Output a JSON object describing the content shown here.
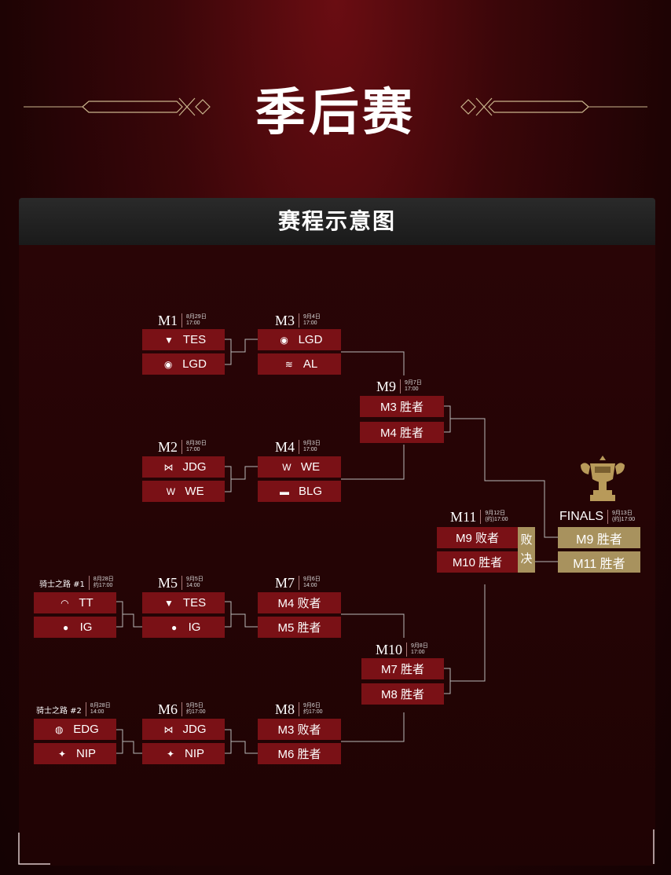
{
  "page": {
    "title": "季后赛",
    "panel_title": "赛程示意图"
  },
  "colors": {
    "box_red": "#7a1116",
    "box_gold": "#a8925e",
    "connector": "#b8b8b8"
  },
  "matches": [
    {
      "code": "M1",
      "date": "8月29日",
      "time": "17:00",
      "slots": [
        {
          "icon": "tes-logo-icon",
          "label": "TES"
        },
        {
          "icon": "lgd-logo-icon",
          "label": "LGD"
        }
      ]
    },
    {
      "code": "M2",
      "date": "8月30日",
      "time": "17:00",
      "slots": [
        {
          "icon": "jdg-logo-icon",
          "label": "JDG"
        },
        {
          "icon": "we-logo-icon",
          "label": "WE"
        }
      ]
    },
    {
      "code": "M3",
      "date": "9月4日",
      "time": "17:00",
      "slots": [
        {
          "icon": "lgd-logo-icon",
          "label": "LGD"
        },
        {
          "icon": "al-logo-icon",
          "label": "AL"
        }
      ]
    },
    {
      "code": "M4",
      "date": "9月3日",
      "time": "17:00",
      "slots": [
        {
          "icon": "we-logo-icon",
          "label": "WE"
        },
        {
          "icon": "blg-logo-icon",
          "label": "BLG"
        }
      ]
    },
    {
      "code": "骑士之路 #1",
      "date": "8月28日",
      "time": "约17:00",
      "slots": [
        {
          "icon": "tt-logo-icon",
          "label": "TT"
        },
        {
          "icon": "ig-logo-icon",
          "label": "IG"
        }
      ]
    },
    {
      "code": "骑士之路 #2",
      "date": "8月28日",
      "time": "14:00",
      "slots": [
        {
          "icon": "edg-logo-icon",
          "label": "EDG"
        },
        {
          "icon": "nip-logo-icon",
          "label": "NIP"
        }
      ]
    },
    {
      "code": "M5",
      "date": "9月5日",
      "time": "14:00",
      "slots": [
        {
          "icon": "tes-logo-icon",
          "label": "TES"
        },
        {
          "icon": "ig-logo-icon",
          "label": "IG"
        }
      ]
    },
    {
      "code": "M6",
      "date": "9月5日",
      "time": "约17:00",
      "slots": [
        {
          "icon": "jdg-logo-icon",
          "label": "JDG"
        },
        {
          "icon": "nip-logo-icon",
          "label": "NIP"
        }
      ]
    },
    {
      "code": "M7",
      "date": "9月6日",
      "time": "14:00",
      "slots": [
        {
          "label": "M4 败者"
        },
        {
          "label": "M5 胜者"
        }
      ]
    },
    {
      "code": "M8",
      "date": "9月6日",
      "time": "约17:00",
      "slots": [
        {
          "label": "M3 败者"
        },
        {
          "label": "M6 胜者"
        }
      ]
    },
    {
      "code": "M9",
      "date": "9月7日",
      "time": "17:00",
      "slots": [
        {
          "label": "M3 胜者"
        },
        {
          "label": "M4 胜者"
        }
      ]
    },
    {
      "code": "M10",
      "date": "9月8日",
      "time": "17:00",
      "slots": [
        {
          "label": "M7 胜者"
        },
        {
          "label": "M8 胜者"
        }
      ]
    },
    {
      "code": "M11",
      "date": "9月12日",
      "time": "(约)17:00",
      "slots": [
        {
          "label": "M9 败者"
        },
        {
          "label": "M10 胜者"
        }
      ]
    },
    {
      "code": "FINALS",
      "date": "9月13日",
      "time": "(约)17:00",
      "slots": [
        {
          "label": "M9 胜者"
        },
        {
          "label": "M11 胜者"
        }
      ]
    }
  ],
  "decider": {
    "line1": "败",
    "line2": "决"
  }
}
